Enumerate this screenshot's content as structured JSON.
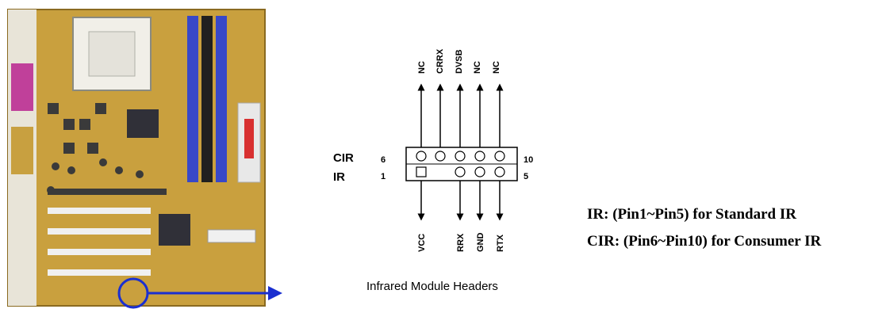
{
  "header": {
    "row_labels": {
      "top": "CIR",
      "bottom": "IR"
    },
    "pin_numbers": {
      "top_left": "6",
      "top_right": "10",
      "bottom_left": "1",
      "bottom_right": "5"
    },
    "top_signals": [
      "NC",
      "CRRX",
      "DVSB",
      "NC",
      "NC"
    ],
    "bottom_signals": [
      "VCC",
      "",
      "RRX",
      "GND",
      "RTX"
    ]
  },
  "notes": {
    "ir": "IR: (Pin1~Pin5) for Standard IR",
    "cir": "CIR: (Pin6~Pin10) for Consumer IR"
  },
  "caption": "Infrared Module Headers",
  "colors": {
    "board_base": "#c9a03e",
    "highlight": "#1a2fd0",
    "dimm_slot": "#3848c8",
    "ink": "#000000"
  }
}
